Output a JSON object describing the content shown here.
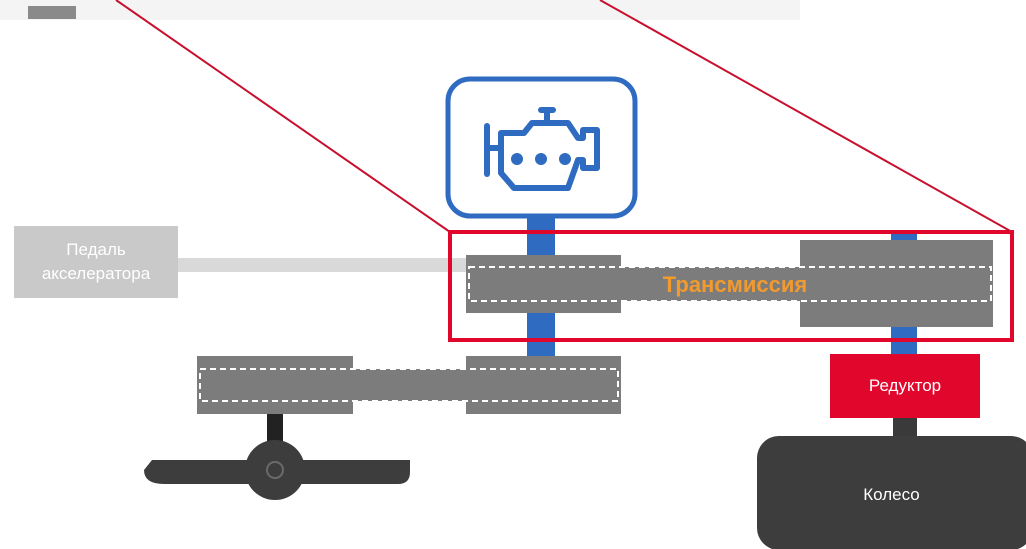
{
  "diagram": {
    "labels": {
      "pedal": "Педаль\nакселератора",
      "transmission": "Трансмиссия",
      "reducer": "Редуктор",
      "wheel": "Колесо"
    },
    "icons": {
      "engine": "engine-icon",
      "steering": "steering-wheel-icon"
    },
    "colors": {
      "accent_red": "#e1062c",
      "transmission_text": "#f29a2e",
      "engine_blue": "#2e6bc1",
      "gear_gray": "#7c7c7c",
      "pedal_gray": "#c9c9c9",
      "wheel_dark": "#3d3d3d"
    }
  }
}
